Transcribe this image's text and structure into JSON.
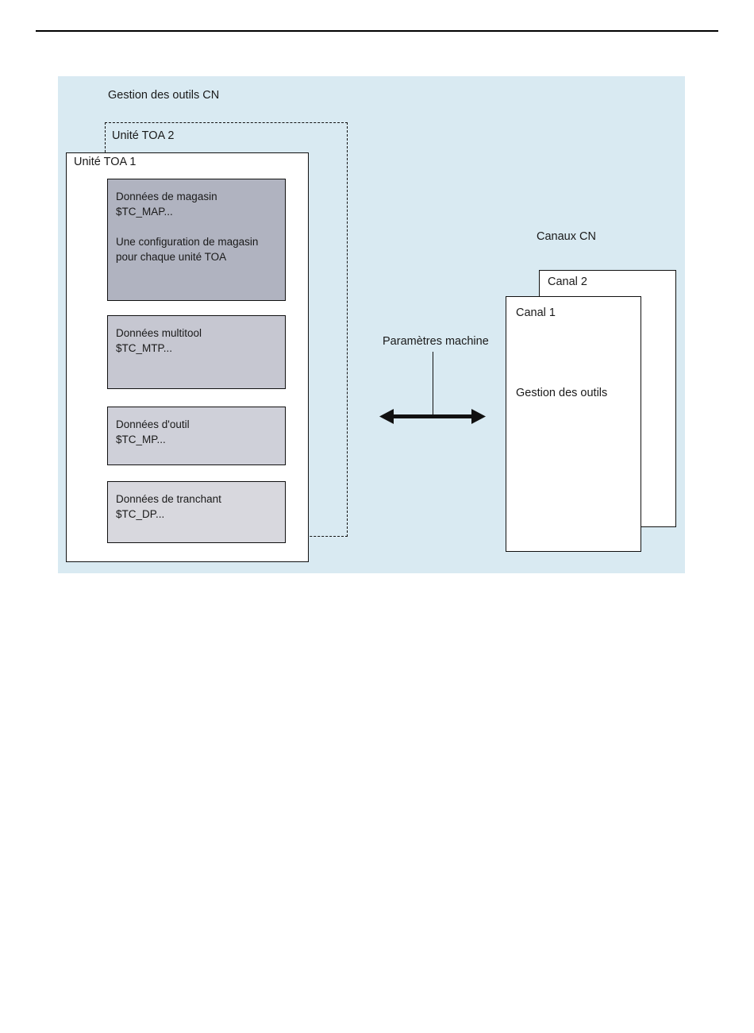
{
  "diagram": {
    "title": "Gestion des outils CN",
    "channels_title": "Canaux CN",
    "toa2": {
      "label": "Unité TOA 2"
    },
    "toa1": {
      "label": "Unité TOA 1"
    },
    "data_boxes": [
      {
        "name": "magasin",
        "line1": "Données de magasin",
        "line2": "$TC_MAP...",
        "line3": "Une configuration de magasin",
        "line4": "pour chaque unité TOA",
        "fill": "#b0b3c0"
      },
      {
        "name": "multitool",
        "line1": "Données multitool",
        "line2": "$TC_MTP...",
        "fill": "#c6c7d1"
      },
      {
        "name": "outil",
        "line1": "Données d'outil",
        "line2": "$TC_MP...",
        "fill": "#cfd0d9"
      },
      {
        "name": "tranchant",
        "line1": "Données de tranchant",
        "line2": "$TC_DP...",
        "fill": "#d8d8de"
      }
    ],
    "canal2": {
      "label": "Canal 2"
    },
    "canal1": {
      "label": "Canal 1",
      "content": "Gestion des outils"
    },
    "connector": {
      "label": "Paramètres machine"
    },
    "colors": {
      "panel_background": "#d9eaf2",
      "box_border": "#111111",
      "text": "#1a1a1a",
      "box_white": "#ffffff"
    }
  }
}
